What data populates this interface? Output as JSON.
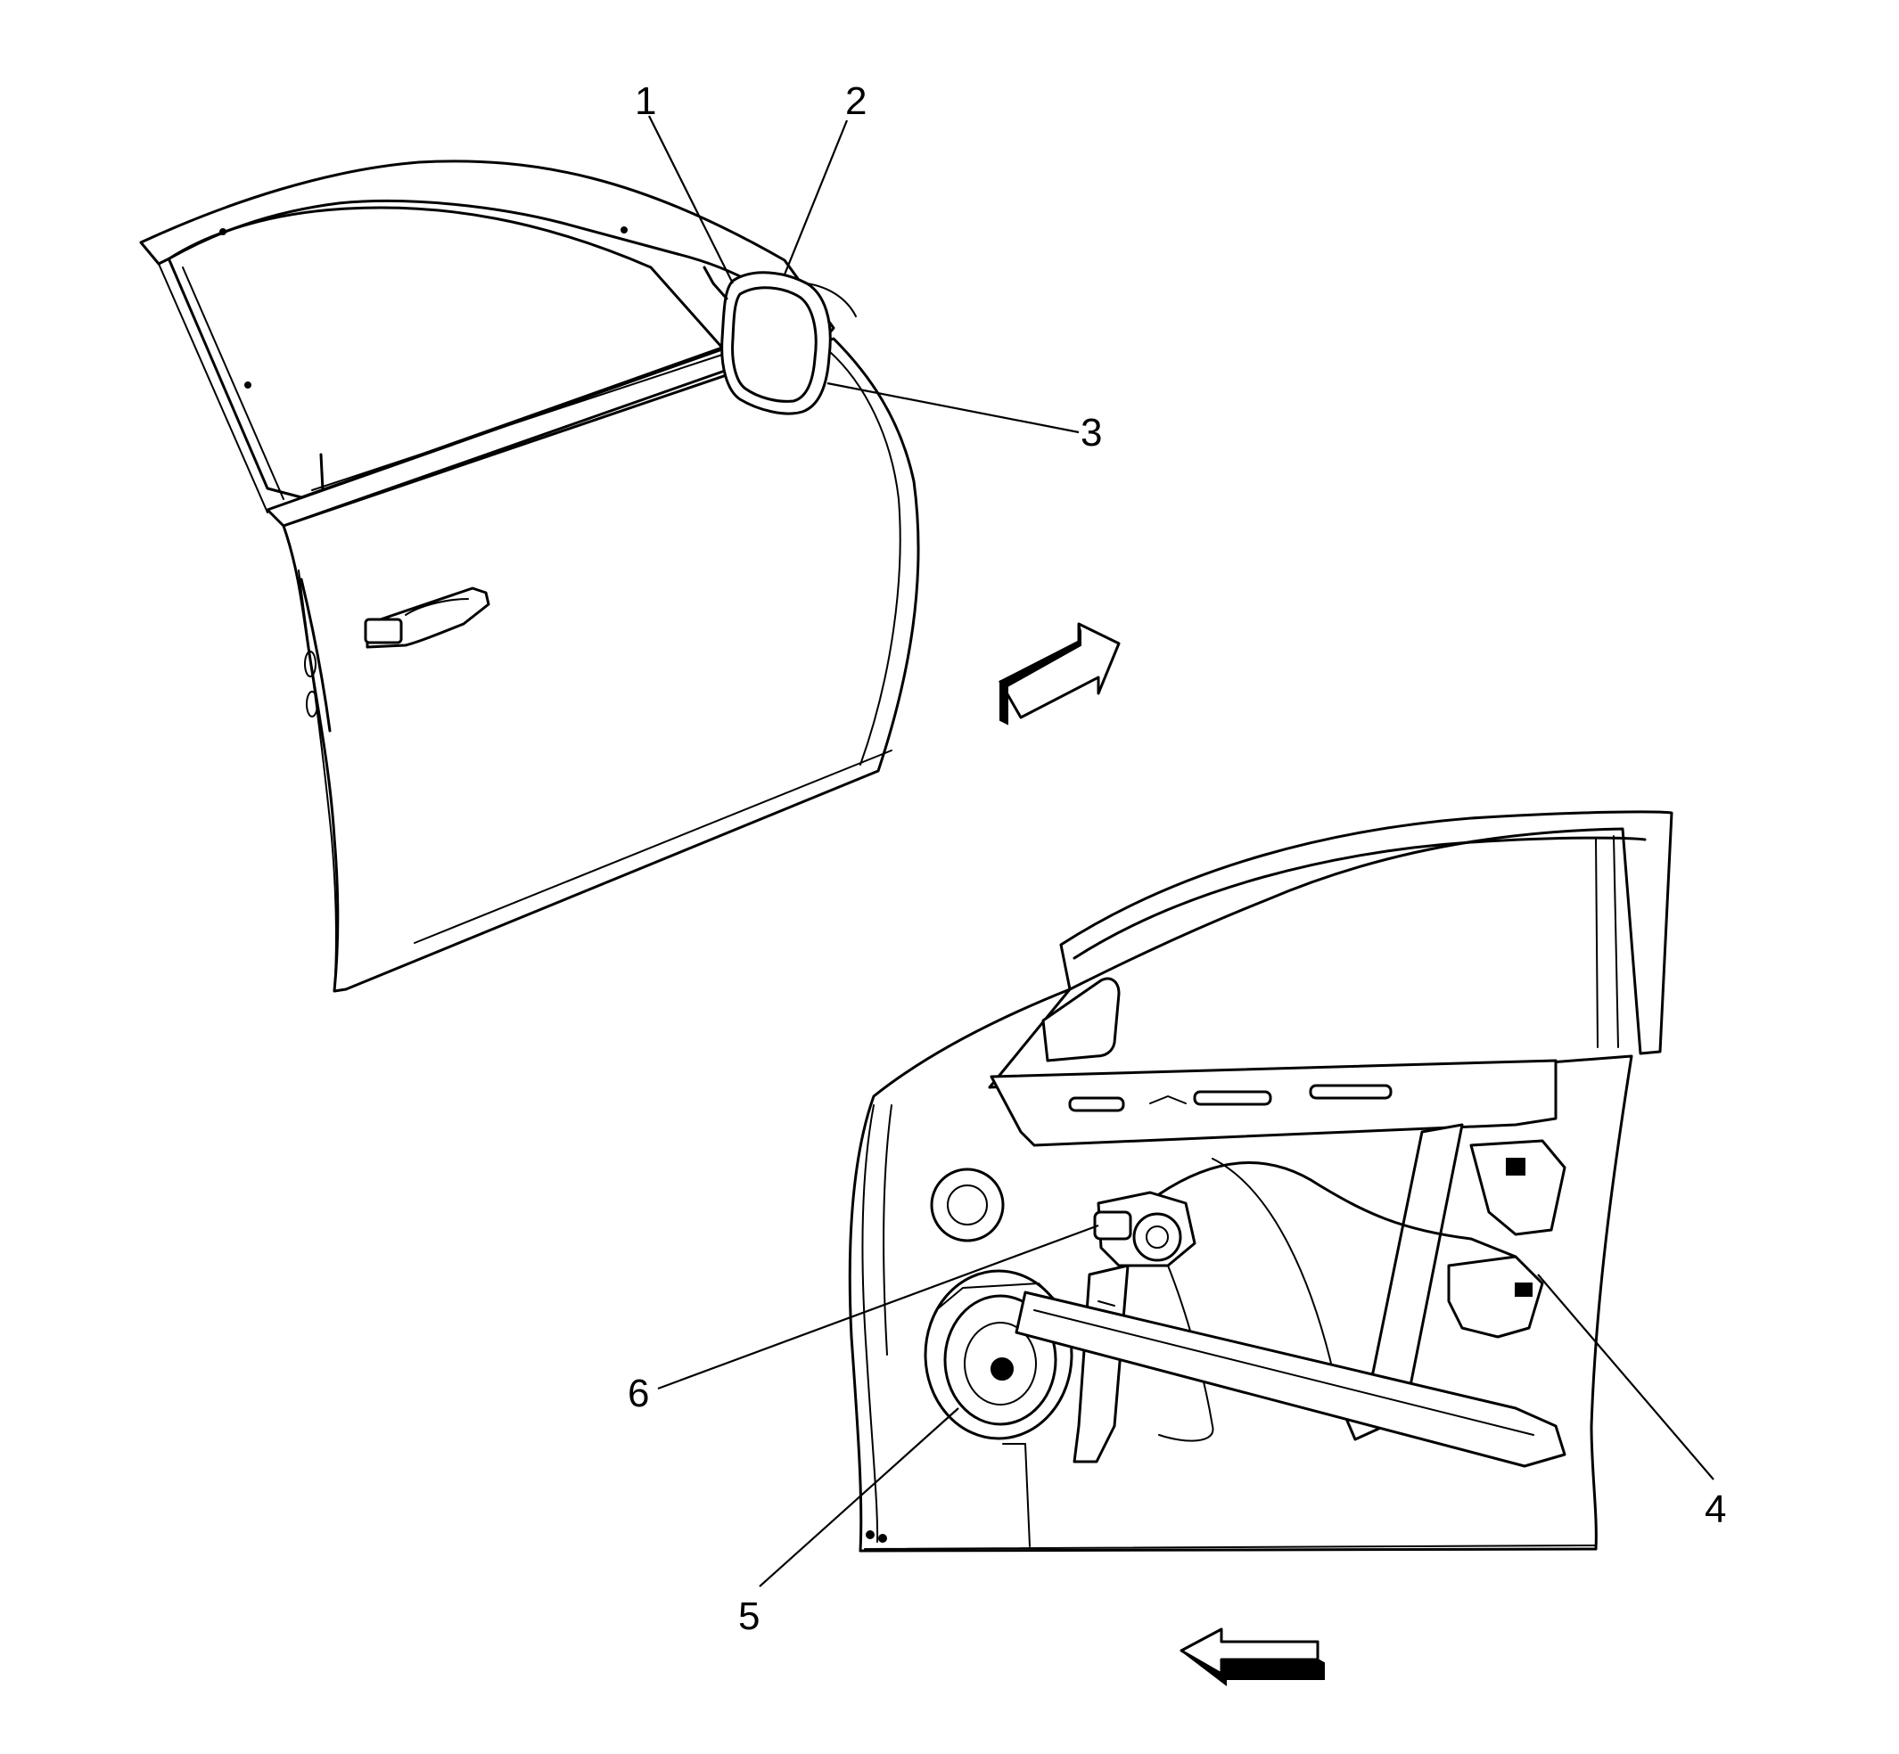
{
  "callouts": [
    {
      "id": "1",
      "label": "1"
    },
    {
      "id": "2",
      "label": "2"
    },
    {
      "id": "3",
      "label": "3"
    },
    {
      "id": "4",
      "label": "4"
    },
    {
      "id": "5",
      "label": "5"
    },
    {
      "id": "6",
      "label": "6"
    }
  ],
  "views": [
    {
      "name": "exterior-door-view",
      "arrow_direction": "forward"
    },
    {
      "name": "interior-door-view",
      "arrow_direction": "forward"
    }
  ]
}
